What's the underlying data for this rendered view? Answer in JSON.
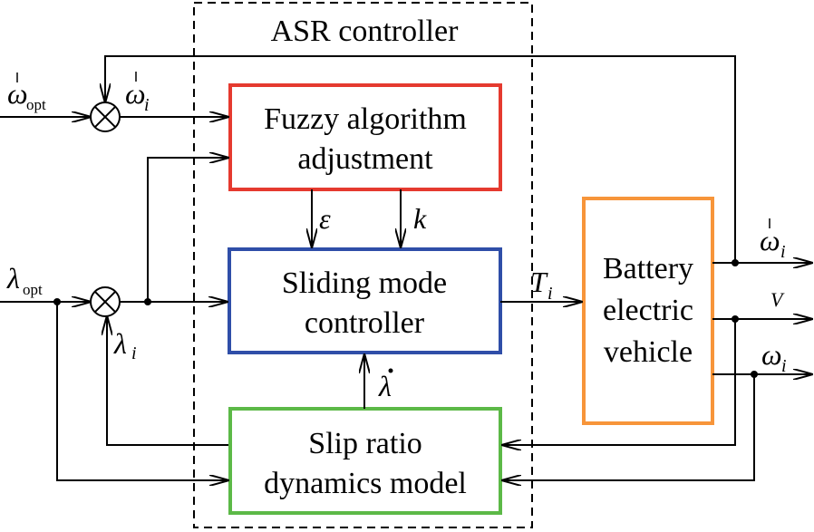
{
  "controller_title": "ASR controller",
  "blocks": {
    "fuzzy": {
      "line1": "Fuzzy algorithm",
      "line2": "adjustment",
      "color": "#e53a2f"
    },
    "smc": {
      "line1": "Sliding mode",
      "line2": "controller",
      "color": "#2f4ea8"
    },
    "slip": {
      "line1": "Slip ratio",
      "line2": "dynamics model",
      "color": "#5cb947"
    },
    "bev": {
      "line1": "Battery",
      "line2": "electric",
      "line3": "vehicle",
      "color": "#f7953a"
    }
  },
  "signals": {
    "omega_dot": "ω",
    "opt_sub": "opt",
    "i_sub": "i",
    "lambda": "λ",
    "epsilon": "ε",
    "k": "k",
    "T": "T",
    "V": "V",
    "omega": "ω",
    "lambda_dot": "λ"
  }
}
